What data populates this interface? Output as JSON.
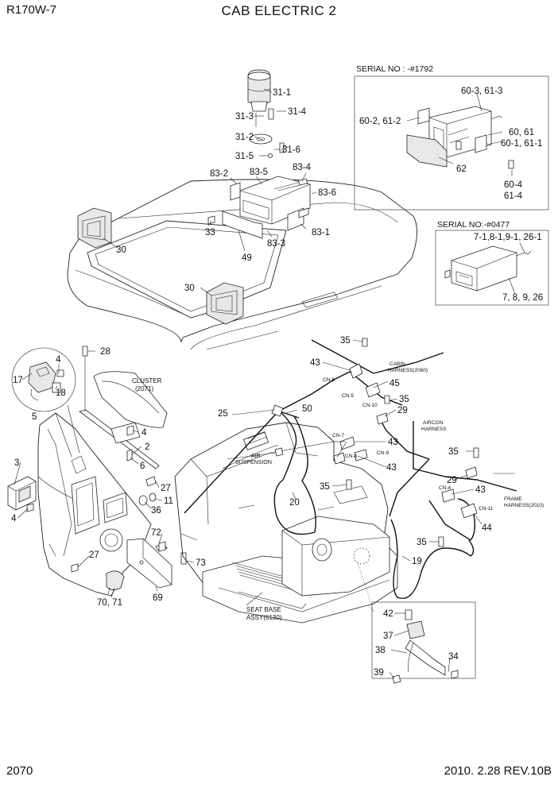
{
  "header": {
    "model": "R170W-7",
    "title": "CAB ELECTRIC 2"
  },
  "footer": {
    "page_number": "2070",
    "revision": "2010. 2.28  REV.10B"
  },
  "serial_boxes": {
    "top": "SERIAL NO : -#1792",
    "bottom": "SERIAL NO:-#0477"
  },
  "callouts": {
    "c31_1": "31-1",
    "c31_3": "31-3",
    "c31_4": "31-4",
    "c31_2": "31-2",
    "c31_5": "31-5",
    "c31_6": "31-6",
    "c83_2": "83-2",
    "c83_5": "83-5",
    "c83_4": "83-4",
    "c83_6": "83-6",
    "c83_1": "83-1",
    "c83_3": "83-3",
    "c33": "33",
    "c49": "49",
    "c30a": "30",
    "c30b": "30",
    "c60_3": "60-3, 61-3",
    "c60_2": "60-2, 61-2",
    "c60_61": "60, 61",
    "c60_1": "60-1, 61-1",
    "c62": "62",
    "c60_4": "60-4",
    "c61_4": "61-4",
    "c7_1": "7-1,8-1,9-1, 26-1",
    "c7_8": "7, 8, 9, 26",
    "c28": "28",
    "c4a": "4",
    "c17": "17",
    "c18": "18",
    "c5": "5",
    "c3": "3",
    "c4b": "4",
    "c4c": "4",
    "c2": "2",
    "c6": "6",
    "c27a": "27",
    "c36": "36",
    "c11": "11",
    "c27b": "27",
    "c72": "72",
    "c73": "73",
    "c69": "69",
    "c70": "70, 71",
    "c25": "25",
    "c50": "50",
    "c20": "20",
    "c35a": "35",
    "c43a": "43",
    "c45": "45",
    "c35b": "35",
    "c29a": "29",
    "c43b": "43",
    "c43c": "43",
    "c35c": "35",
    "c35d": "35",
    "c29b": "29",
    "c43d": "43",
    "c44": "44",
    "c35e": "35",
    "c19": "19",
    "c42": "42",
    "c37": "37",
    "c38": "38",
    "c34": "34",
    "c39": "39"
  },
  "notes": {
    "cluster": "CLUSTER",
    "cluster_ref": "(2071)",
    "cabin_h1": "CABIN",
    "cabin_h2": "HARNESS(2060)",
    "aircon_h1": "AIRCON",
    "aircon_h2": "HARNESS",
    "frame_h1": "FRAME",
    "frame_h2": "HARNESS(2010)",
    "air_susp1": "AIR",
    "air_susp2": "SUSPENSION",
    "seat_base1": "SEAT BASE",
    "seat_base2": "ASSY(6130)",
    "cn6": "CN-6",
    "cn5": "CN-5",
    "cn10": "CN-10",
    "cn7": "CN-7",
    "cn8": "CN-8",
    "cn9": "CN-9",
    "cn4": "CN-4",
    "cn11": "CN-11"
  }
}
